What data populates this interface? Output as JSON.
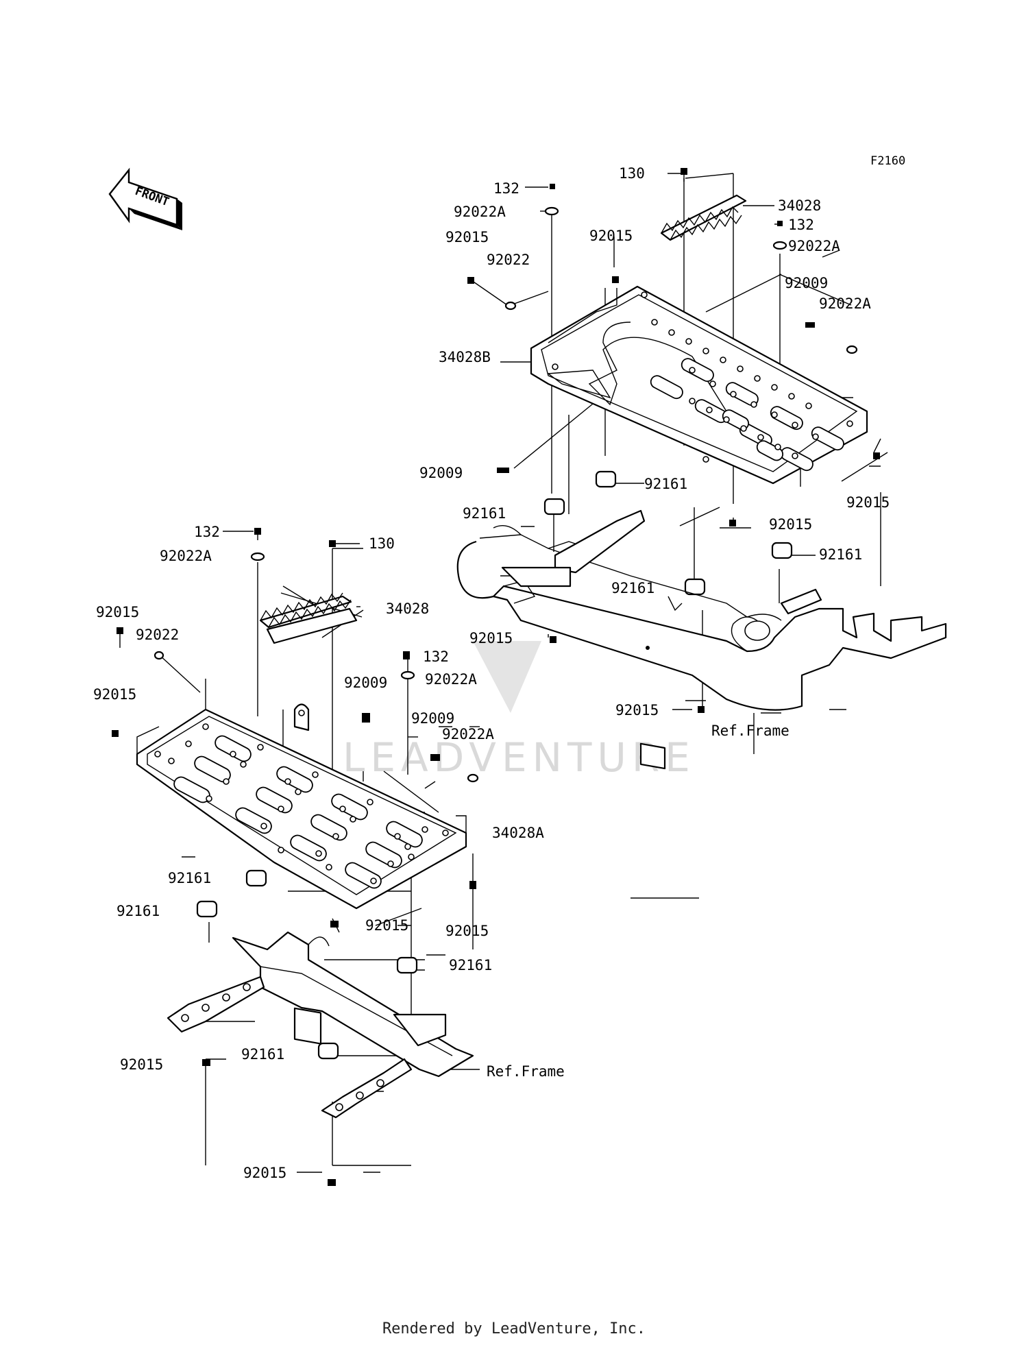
{
  "figure_code": "F2160",
  "front_label": "FRONT",
  "watermark": "LEADVENTURE",
  "footer": "Rendered by LeadVenture, Inc.",
  "labels": {
    "r_130": "130",
    "r_132a": "132",
    "r_92022A_a": "92022A",
    "r_34028": "34028",
    "r_132b": "132",
    "r_92022A_b": "92022A",
    "r_92015_a": "92015",
    "r_92015_b": "92015",
    "r_92022": "92022",
    "r_92009_a": "92009",
    "r_92022A_c": "92022A",
    "r_34028B": "34028B",
    "r_92009_b": "92009",
    "r_92015_c": "92015",
    "r_92161_a": "92161",
    "r_92161_b": "92161",
    "r_92015_d": "92015",
    "r_92161_c": "92161",
    "r_92161_d": "92161",
    "r_92015_e": "92015",
    "r_92015_f": "92015",
    "r_ref_frame": "Ref.Frame",
    "l_132a": "132",
    "l_130": "130",
    "l_92022A_a": "92022A",
    "l_34028": "34028",
    "l_92015_a": "92015",
    "l_92022": "92022",
    "l_132b": "132",
    "l_92022A_b": "92022A",
    "l_92015_b": "92015",
    "l_92009_a": "92009",
    "l_92009_b": "92009",
    "l_92022A_c": "92022A",
    "l_34028A": "34028A",
    "l_92161_a": "92161",
    "l_92161_b": "92161",
    "l_92015_c": "92015",
    "l_92015_d": "92015",
    "l_92161_c": "92161",
    "l_92015_e": "92015",
    "l_92161_d": "92161",
    "l_ref_frame": "Ref.Frame",
    "l_92015_f": "92015"
  }
}
